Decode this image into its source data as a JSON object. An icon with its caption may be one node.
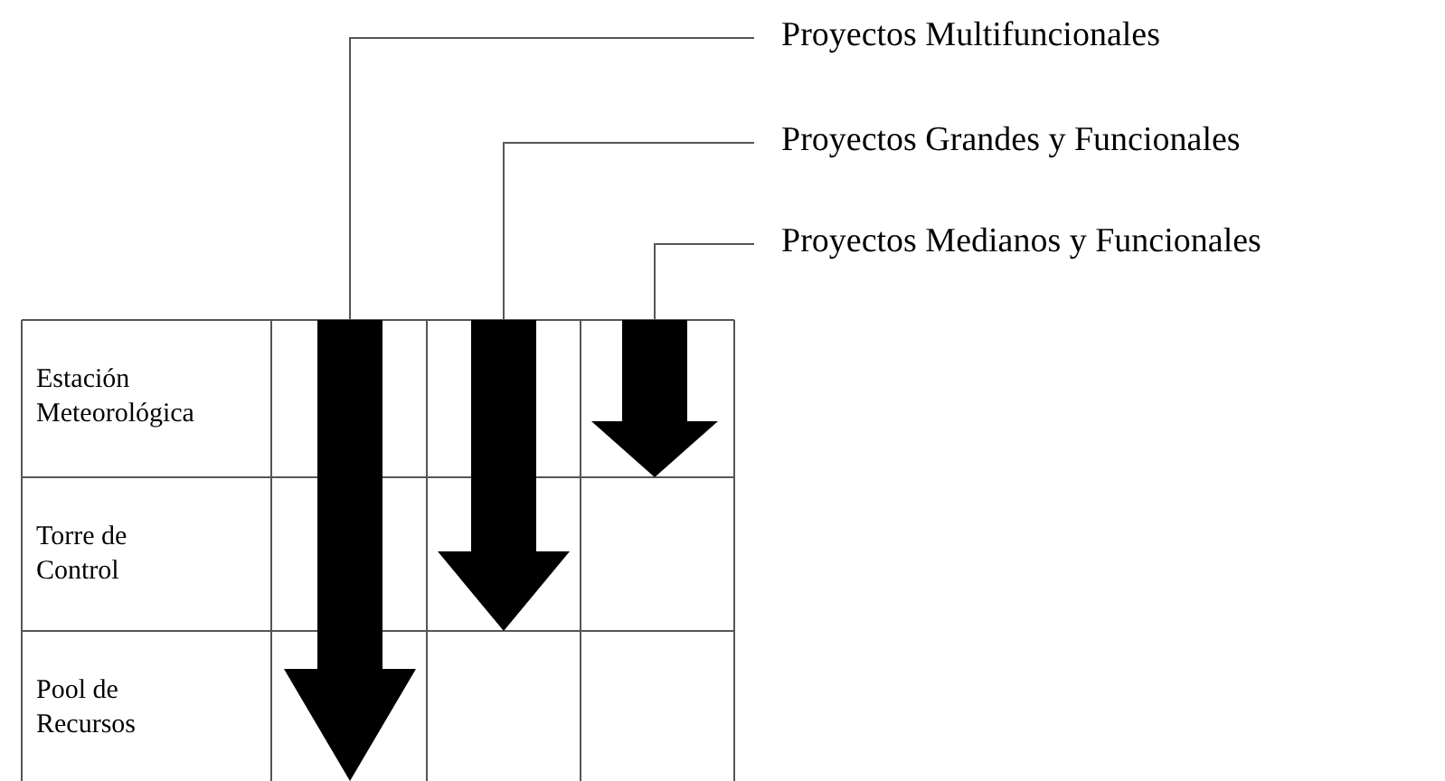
{
  "diagram": {
    "nodes": [
      {
        "text": [
          "Proyectos Multifuncionales"
        ]
      },
      {
        "text": [
          "Proyectos Grandes y Funcionales"
        ]
      },
      {
        "text": [
          "Proyectos Medianos y Funcionales"
        ]
      },
      {
        "text": [],
        "shape": "arrow"
      },
      {
        "text": [],
        "shape": "arrow"
      },
      {
        "text": [],
        "shape": "arrow"
      }
    ],
    "edges": [
      {
        "from": 0,
        "to": 3,
        "arrow": "none"
      },
      {
        "from": 1,
        "to": 4,
        "arrow": "none"
      },
      {
        "from": 2,
        "to": 5,
        "arrow": "none"
      }
    ],
    "labels": [
      "Estación Meteorológica",
      "Torre de Control",
      "Pool de Recursos"
    ]
  }
}
